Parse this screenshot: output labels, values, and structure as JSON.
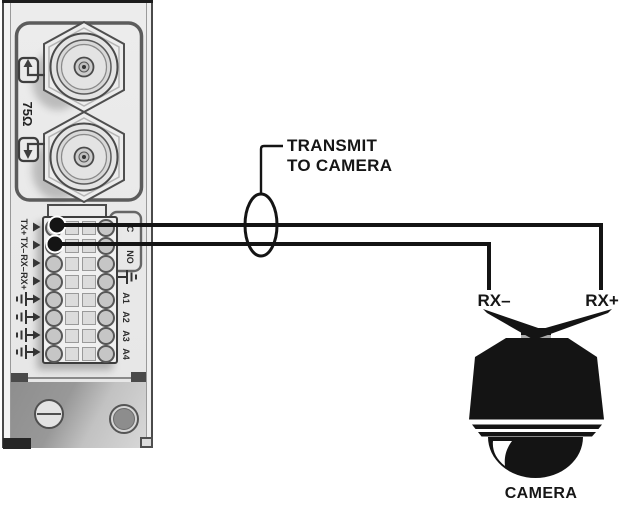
{
  "panel": {
    "impedance_label": "75Ω",
    "terminal_block": {
      "rows": 8,
      "cols": 4,
      "left_labels": [
        "TX+",
        "TX–",
        "RX–",
        "RX+"
      ],
      "left_ground_count": 4,
      "right_labels": [
        "C",
        "NO",
        "A1",
        "A2",
        "A3",
        "A4"
      ]
    }
  },
  "annotations": {
    "transmit_line1": "TRANSMIT",
    "transmit_line2": "TO CAMERA",
    "rx_minus": "RX–",
    "rx_plus": "RX+",
    "camera": "CAMERA"
  },
  "colors": {
    "wire": "#141414",
    "camera_silhouette": "#141414",
    "panel_face": "#eaeaea",
    "panel_lower": "#9a9a9a",
    "outline": "#4f4f4f"
  }
}
